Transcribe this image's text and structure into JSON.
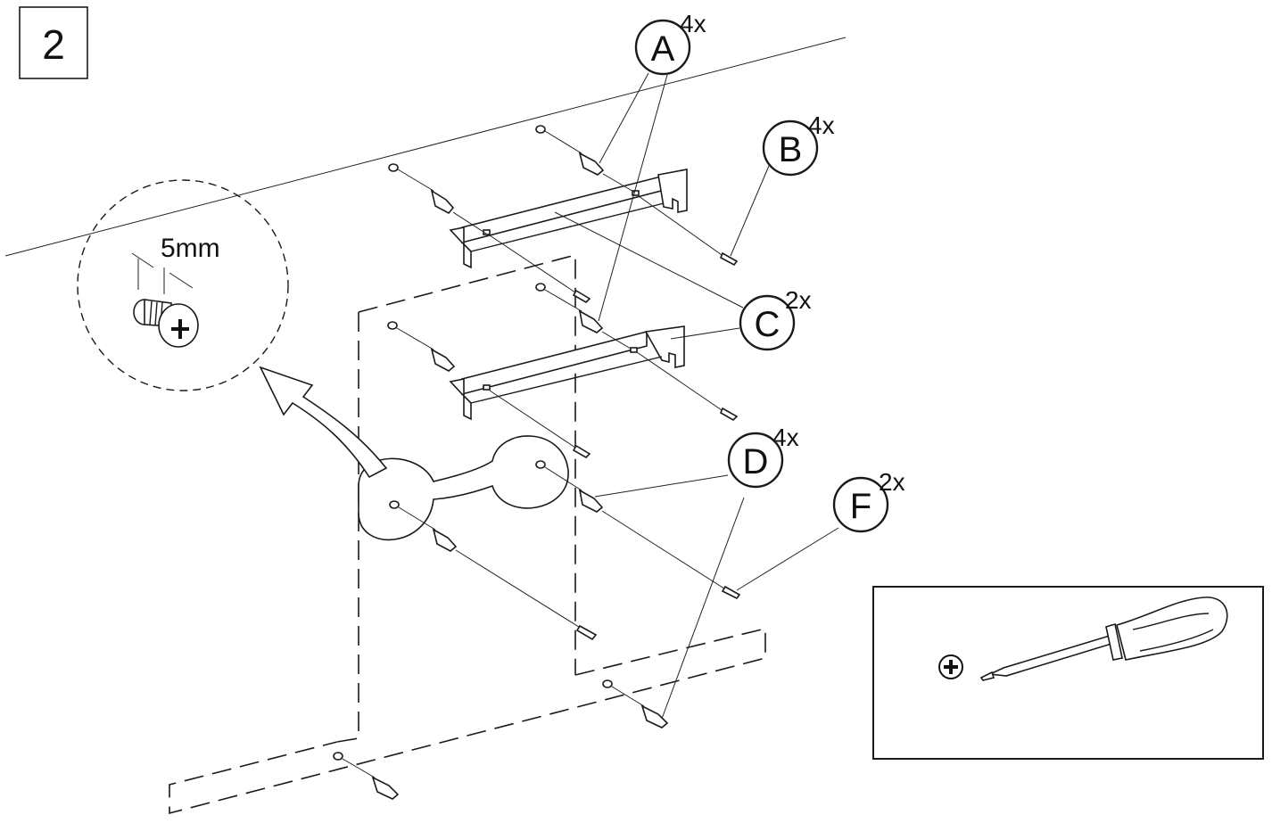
{
  "step": {
    "number": "2"
  },
  "callouts": [
    {
      "id": "A",
      "letter": "A",
      "qty": "4x"
    },
    {
      "id": "B",
      "letter": "B",
      "qty": "4x"
    },
    {
      "id": "C",
      "letter": "C",
      "qty": "2x"
    },
    {
      "id": "D",
      "letter": "D",
      "qty": "4x"
    },
    {
      "id": "F",
      "letter": "F",
      "qty": "2x"
    }
  ],
  "detail": {
    "dimension_label": "5mm"
  },
  "tool": {
    "icon": "phillips-screwdriver-icon"
  },
  "colors": {
    "ink": "#1a1a1a",
    "paper": "#ffffff"
  }
}
